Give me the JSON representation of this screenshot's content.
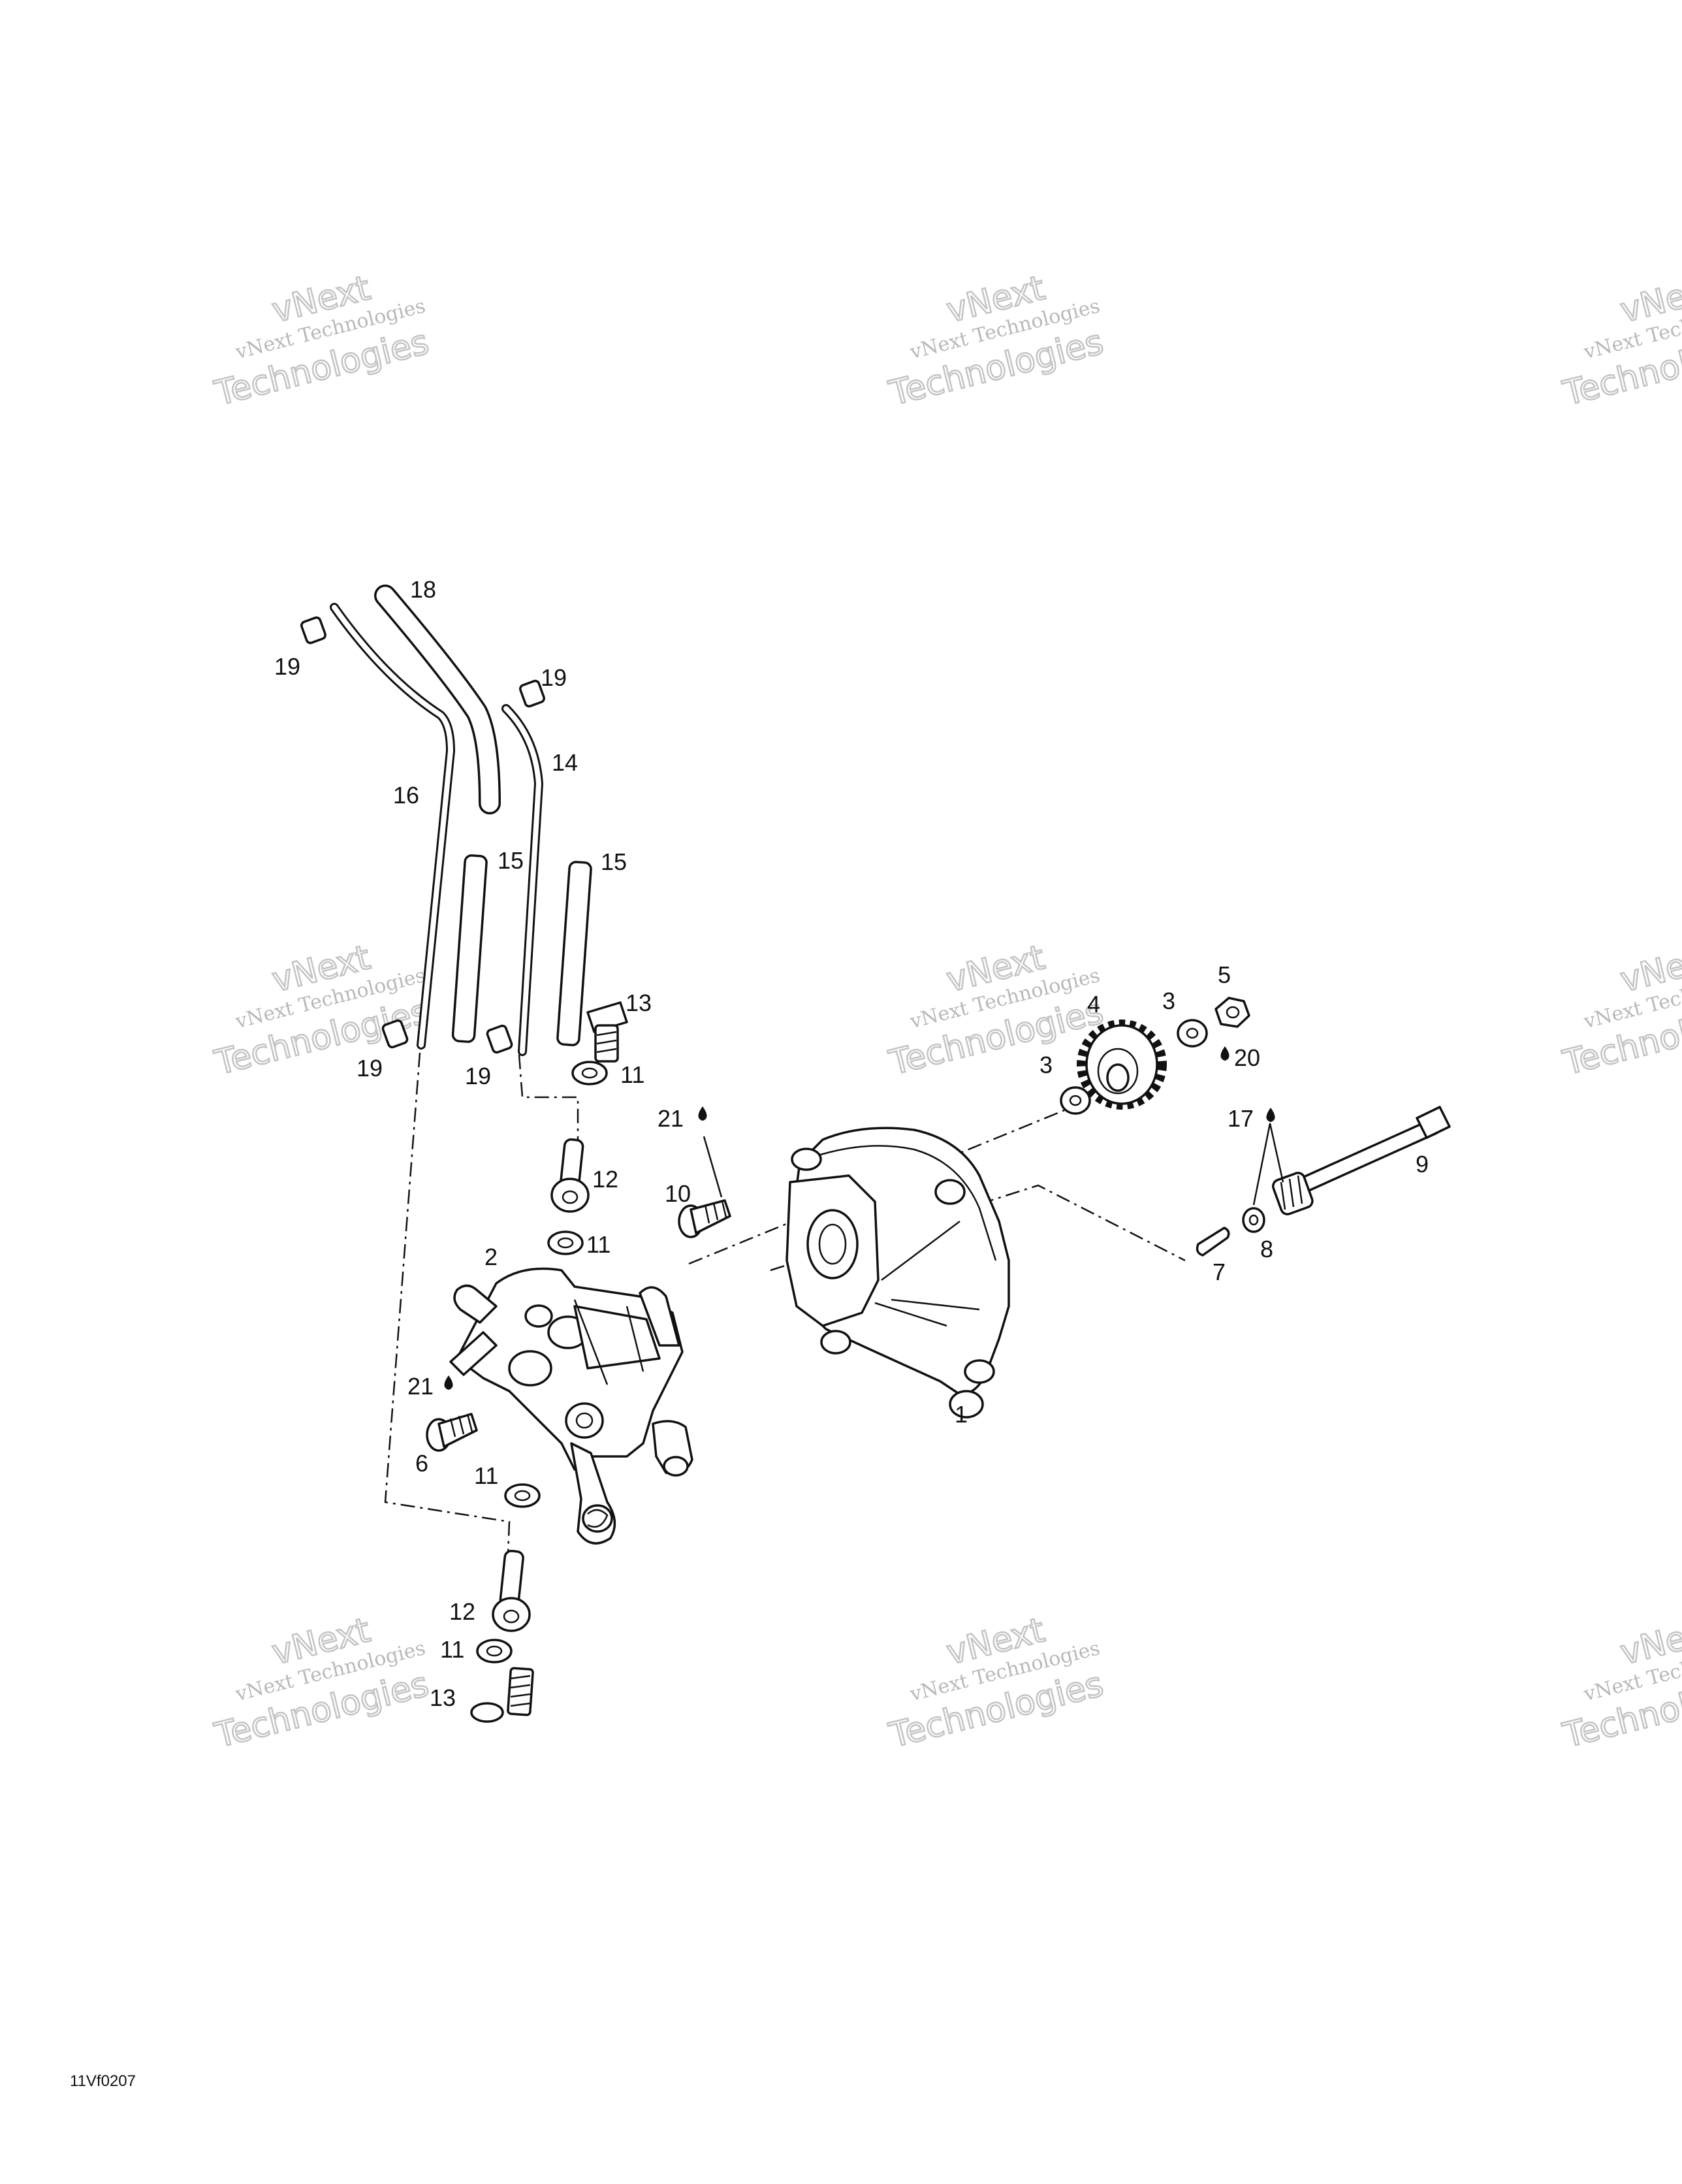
{
  "watermark": {
    "line1": "vNext",
    "line2": "vNext Technologies",
    "line3": "Technologies"
  },
  "callouts": [
    {
      "id": "c1",
      "label": "1"
    },
    {
      "id": "c2",
      "label": "2"
    },
    {
      "id": "c3a",
      "label": "3"
    },
    {
      "id": "c3b",
      "label": "3"
    },
    {
      "id": "c4",
      "label": "4"
    },
    {
      "id": "c5",
      "label": "5"
    },
    {
      "id": "c6",
      "label": "6"
    },
    {
      "id": "c7",
      "label": "7"
    },
    {
      "id": "c8",
      "label": "8"
    },
    {
      "id": "c9",
      "label": "9"
    },
    {
      "id": "c10",
      "label": "10"
    },
    {
      "id": "c11a",
      "label": "11"
    },
    {
      "id": "c11b",
      "label": "11"
    },
    {
      "id": "c11c",
      "label": "11"
    },
    {
      "id": "c11d",
      "label": "11"
    },
    {
      "id": "c12a",
      "label": "12"
    },
    {
      "id": "c12b",
      "label": "12"
    },
    {
      "id": "c13a",
      "label": "13"
    },
    {
      "id": "c13b",
      "label": "13"
    },
    {
      "id": "c14",
      "label": "14"
    },
    {
      "id": "c15a",
      "label": "15"
    },
    {
      "id": "c15b",
      "label": "15"
    },
    {
      "id": "c16",
      "label": "16"
    },
    {
      "id": "c17",
      "label": "17"
    },
    {
      "id": "c18",
      "label": "18"
    },
    {
      "id": "c19a",
      "label": "19"
    },
    {
      "id": "c19b",
      "label": "19"
    },
    {
      "id": "c19c",
      "label": "19"
    },
    {
      "id": "c19d",
      "label": "19"
    },
    {
      "id": "c20",
      "label": "20"
    },
    {
      "id": "c21a",
      "label": "21"
    },
    {
      "id": "c21b",
      "label": "21"
    }
  ],
  "figure_code": "11Vf0207"
}
